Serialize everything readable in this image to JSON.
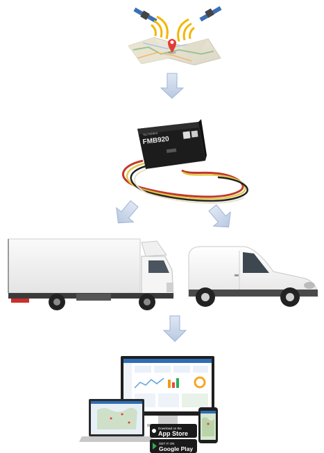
{
  "device": {
    "model_label": "FMB920",
    "brand_label": "TELTONIKA"
  },
  "badges": {
    "app_store_small": "Download on the",
    "app_store_big": "App Store",
    "google_play_small": "GET IT ON",
    "google_play_big": "Google Play"
  },
  "colors": {
    "arrow_fill": "#c9d6ea",
    "arrow_stroke": "#9fb3d4",
    "device_body": "#1c1c1c",
    "wire_red": "#c0392b",
    "wire_yellow": "#e2c84a",
    "wire_black": "#222222",
    "badge_bg": "#1a1a1a"
  },
  "icons": [
    "satellite-icon",
    "map-pin-icon",
    "gps-tracker-device",
    "arrow-down-icon",
    "truck-image",
    "van-image",
    "monitor-icon",
    "laptop-icon",
    "phone-icon"
  ]
}
